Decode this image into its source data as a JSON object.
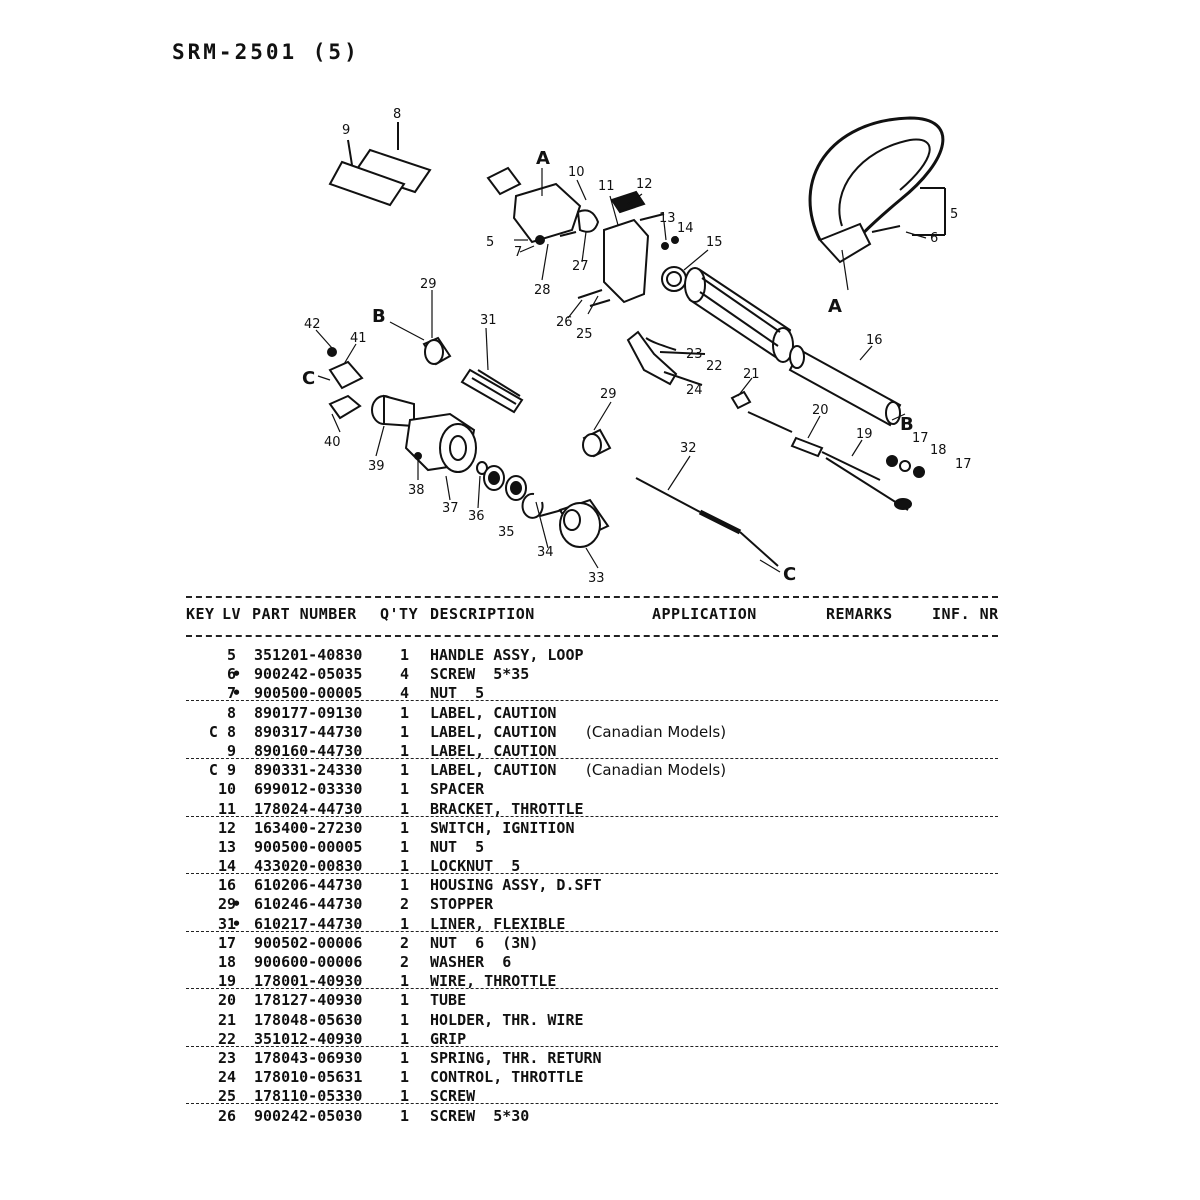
{
  "page": {
    "title": "SRM-2501  (5)"
  },
  "diagram": {
    "callouts": [
      "5",
      "6",
      "5",
      "7",
      "8",
      "9",
      "10",
      "11",
      "12",
      "13",
      "14",
      "15",
      "16",
      "17",
      "17",
      "18",
      "19",
      "20",
      "21",
      "22",
      "23",
      "24",
      "25",
      "26",
      "27",
      "28",
      "29",
      "29",
      "31",
      "32",
      "33",
      "34",
      "35",
      "36",
      "37",
      "38",
      "39",
      "40",
      "41",
      "42"
    ],
    "section_markers": [
      "A",
      "A",
      "B",
      "B",
      "C",
      "C"
    ]
  },
  "table": {
    "headers": {
      "key": "KEY",
      "lv": "LV",
      "part": "PART NUMBER",
      "qty": "Q'TY",
      "desc": "DESCRIPTION",
      "application": "APPLICATION",
      "remarks": "REMARKS",
      "inf": "INF. NR"
    },
    "rows": [
      {
        "key": "5",
        "lv": "",
        "part": "351201-40830",
        "qty": "1",
        "desc": "HANDLE ASSY, LOOP",
        "app": "",
        "sep": false
      },
      {
        "key": "6",
        "lv": "•",
        "part": "900242-05035",
        "qty": "4",
        "desc": "SCREW  5*35",
        "app": "",
        "sep": false
      },
      {
        "key": "7",
        "lv": "•",
        "part": "900500-00005",
        "qty": "4",
        "desc": "NUT  5",
        "app": "",
        "sep": true
      },
      {
        "key": "8",
        "lv": "",
        "part": "890177-09130",
        "qty": "1",
        "desc": "LABEL, CAUTION",
        "app": "",
        "sep": false
      },
      {
        "key": "C 8",
        "lv": "",
        "part": "890317-44730",
        "qty": "1",
        "desc": "LABEL, CAUTION",
        "app": "(Canadian Models)",
        "sep": false
      },
      {
        "key": "9",
        "lv": "",
        "part": "890160-44730",
        "qty": "1",
        "desc": "LABEL, CAUTION",
        "app": "",
        "sep": true
      },
      {
        "key": "C 9",
        "lv": "",
        "part": "890331-24330",
        "qty": "1",
        "desc": "LABEL, CAUTION",
        "app": "(Canadian Models)",
        "sep": false
      },
      {
        "key": "10",
        "lv": "",
        "part": "699012-03330",
        "qty": "1",
        "desc": "SPACER",
        "app": "",
        "sep": false
      },
      {
        "key": "11",
        "lv": "",
        "part": "178024-44730",
        "qty": "1",
        "desc": "BRACKET, THROTTLE",
        "app": "",
        "sep": true
      },
      {
        "key": "12",
        "lv": "",
        "part": "163400-27230",
        "qty": "1",
        "desc": "SWITCH, IGNITION",
        "app": "",
        "sep": false
      },
      {
        "key": "13",
        "lv": "",
        "part": "900500-00005",
        "qty": "1",
        "desc": "NUT  5",
        "app": "",
        "sep": false
      },
      {
        "key": "14",
        "lv": "",
        "part": "433020-00830",
        "qty": "1",
        "desc": "LOCKNUT  5",
        "app": "",
        "sep": true
      },
      {
        "key": "16",
        "lv": "",
        "part": "610206-44730",
        "qty": "1",
        "desc": "HOUSING ASSY, D.SFT",
        "app": "",
        "sep": false
      },
      {
        "key": "29",
        "lv": "•",
        "part": "610246-44730",
        "qty": "2",
        "desc": "STOPPER",
        "app": "",
        "sep": false
      },
      {
        "key": "31",
        "lv": "•",
        "part": "610217-44730",
        "qty": "1",
        "desc": "LINER, FLEXIBLE",
        "app": "",
        "sep": true
      },
      {
        "key": "17",
        "lv": "",
        "part": "900502-00006",
        "qty": "2",
        "desc": "NUT  6  (3N)",
        "app": "",
        "sep": false
      },
      {
        "key": "18",
        "lv": "",
        "part": "900600-00006",
        "qty": "2",
        "desc": "WASHER  6",
        "app": "",
        "sep": false
      },
      {
        "key": "19",
        "lv": "",
        "part": "178001-40930",
        "qty": "1",
        "desc": "WIRE, THROTTLE",
        "app": "",
        "sep": true
      },
      {
        "key": "20",
        "lv": "",
        "part": "178127-40930",
        "qty": "1",
        "desc": "TUBE",
        "app": "",
        "sep": false
      },
      {
        "key": "21",
        "lv": "",
        "part": "178048-05630",
        "qty": "1",
        "desc": "HOLDER, THR. WIRE",
        "app": "",
        "sep": false
      },
      {
        "key": "22",
        "lv": "",
        "part": "351012-40930",
        "qty": "1",
        "desc": "GRIP",
        "app": "",
        "sep": true
      },
      {
        "key": "23",
        "lv": "",
        "part": "178043-06930",
        "qty": "1",
        "desc": "SPRING, THR. RETURN",
        "app": "",
        "sep": false
      },
      {
        "key": "24",
        "lv": "",
        "part": "178010-05631",
        "qty": "1",
        "desc": "CONTROL, THROTTLE",
        "app": "",
        "sep": false
      },
      {
        "key": "25",
        "lv": "",
        "part": "178110-05330",
        "qty": "1",
        "desc": "SCREW",
        "app": "",
        "sep": true
      },
      {
        "key": "26",
        "lv": "",
        "part": "900242-05030",
        "qty": "1",
        "desc": "SCREW  5*30",
        "app": "",
        "sep": false
      }
    ]
  }
}
